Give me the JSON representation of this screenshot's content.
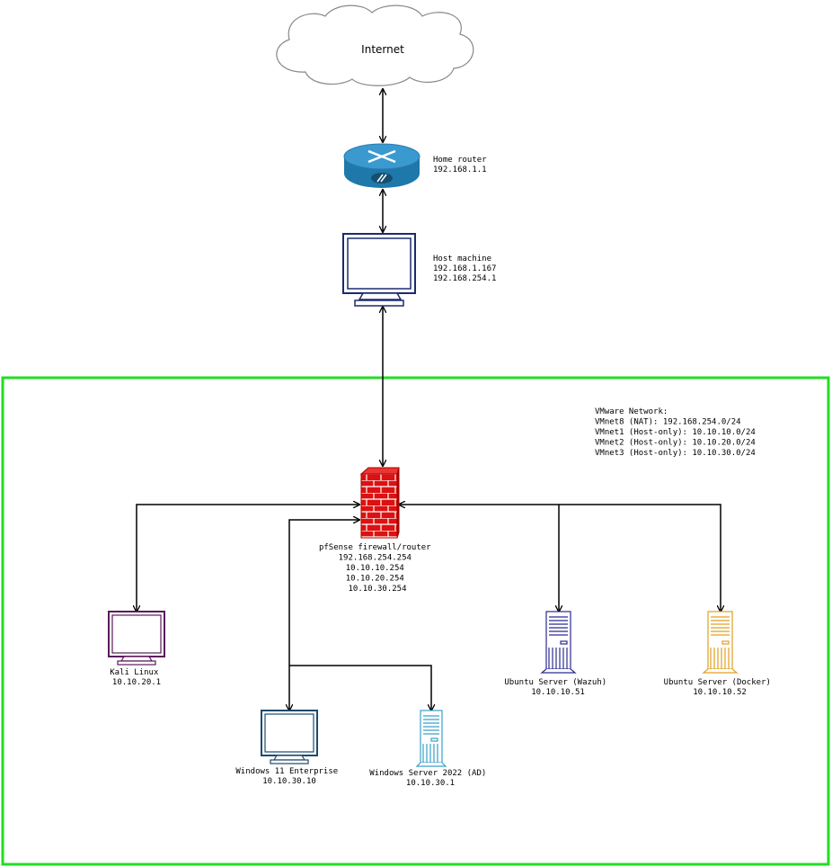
{
  "internet": {
    "label": "Internet"
  },
  "home_router": {
    "lines": [
      "Home router",
      "192.168.1.1"
    ]
  },
  "host_machine": {
    "lines": [
      "Host machine",
      "192.168.1.167",
      "192.168.254.1"
    ]
  },
  "vmware_info": {
    "lines": [
      "VMware Network:",
      "VMnet8 (NAT): 192.168.254.0/24",
      "VMnet1 (Host-only): 10.10.10.0/24",
      "VMnet2 (Host-only): 10.10.20.0/24",
      "VMnet3 (Host-only): 10.10.30.0/24"
    ]
  },
  "pfsense": {
    "lines": [
      "pfSense firewall/router",
      "192.168.254.254",
      "10.10.10.254",
      "10.10.20.254",
      "10.10.30.254"
    ]
  },
  "kali": {
    "lines": [
      "Kali Linux",
      "10.10.20.1"
    ]
  },
  "win11": {
    "lines": [
      "Windows 11 Enterprise",
      "10.10.30.10"
    ]
  },
  "winserver": {
    "lines": [
      "Windows Server 2022 (AD)",
      "10.10.30.1"
    ]
  },
  "wazuh": {
    "lines": [
      "Ubuntu Server (Wazuh)",
      "10.10.10.51"
    ]
  },
  "docker": {
    "lines": [
      "Ubuntu Server (Docker)",
      "10.10.10.52"
    ]
  },
  "colors": {
    "network_boundary": "#22dd22",
    "router": "#2a8ac0",
    "host_monitor": "#1c2a6e",
    "firewall": "#dd1111",
    "kali": "#5a1a5a",
    "win11": "#1c4a6e",
    "winserver": "#3aa0c8",
    "wazuh": "#2a2a90",
    "docker": "#e0a020"
  }
}
